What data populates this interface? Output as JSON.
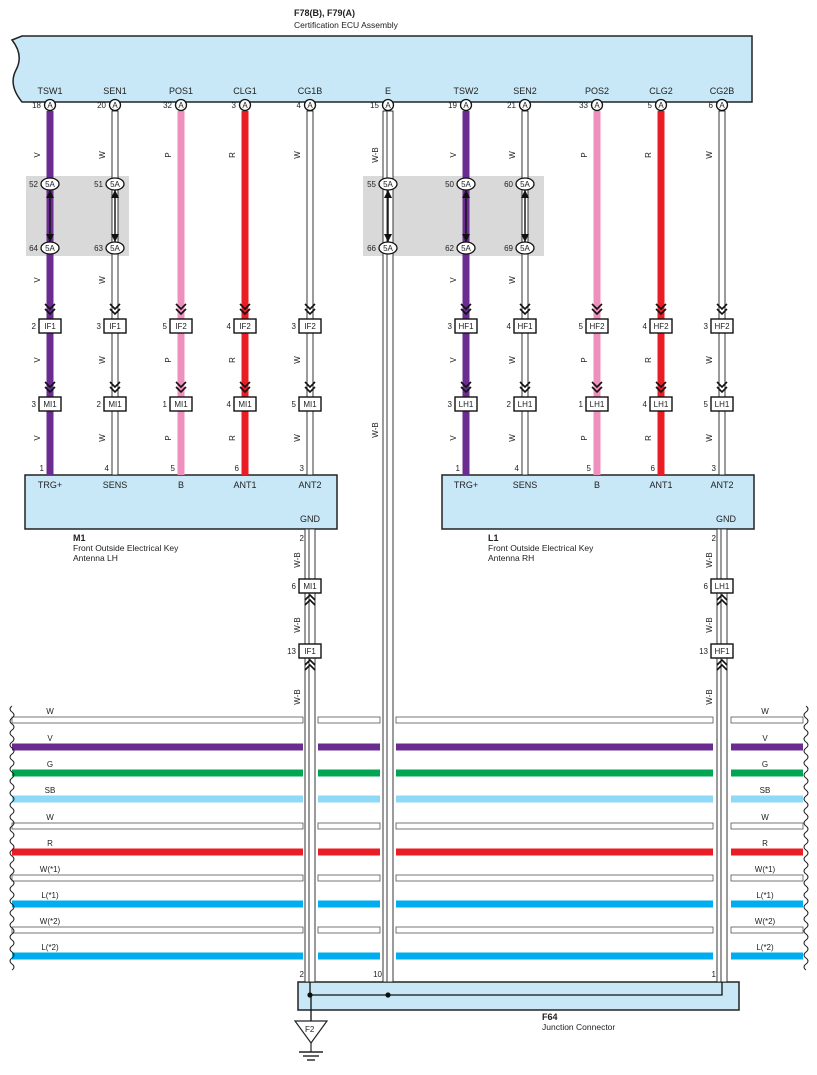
{
  "ecu": {
    "code": "F78(B), F79(A)",
    "name": "Certification ECU Assembly",
    "connector_letter": "A"
  },
  "ecu_pins": [
    {
      "name": "TSW1",
      "pin": "18",
      "color": "V",
      "hex": "#6a2c91",
      "thick": true
    },
    {
      "name": "SEN1",
      "pin": "20",
      "color": "W",
      "hex": "#ffffff",
      "thick": false
    },
    {
      "name": "POS1",
      "pin": "32",
      "color": "P",
      "hex": "#ef8fbd",
      "thick": true
    },
    {
      "name": "CLG1",
      "pin": "3",
      "color": "R",
      "hex": "#ea1c24",
      "thick": true
    },
    {
      "name": "CG1B",
      "pin": "4",
      "color": "W",
      "hex": "#ffffff",
      "thick": false
    },
    {
      "name": "E",
      "pin": "15",
      "color": "W-B",
      "hex": "#ffffff",
      "thick": false
    },
    {
      "name": "TSW2",
      "pin": "19",
      "color": "V",
      "hex": "#6a2c91",
      "thick": true
    },
    {
      "name": "SEN2",
      "pin": "21",
      "color": "W",
      "hex": "#ffffff",
      "thick": false
    },
    {
      "name": "POS2",
      "pin": "33",
      "color": "P",
      "hex": "#ef8fbd",
      "thick": true
    },
    {
      "name": "CLG2",
      "pin": "5",
      "color": "R",
      "hex": "#ea1c24",
      "thick": true
    },
    {
      "name": "CG2B",
      "pin": "6",
      "color": "W",
      "hex": "#ffffff",
      "thick": false
    }
  ],
  "joint_connector": {
    "label": "5A",
    "top_pins": [
      "52",
      "51",
      "55",
      "50",
      "60"
    ],
    "bottom_pins": [
      "64",
      "63",
      "66",
      "62",
      "69"
    ]
  },
  "left_chain": {
    "conn1_pins": [
      "2",
      "3",
      "5",
      "4",
      "3"
    ],
    "conn1_labels": [
      "IF1",
      "IF1",
      "IF2",
      "IF2",
      "IF2"
    ],
    "conn2_pins": [
      "3",
      "2",
      "1",
      "4",
      "5"
    ],
    "conn2_labels": [
      "MI1",
      "MI1",
      "MI1",
      "MI1",
      "MI1"
    ],
    "wire_colors": [
      "V",
      "W",
      "P",
      "R",
      "W"
    ]
  },
  "right_chain": {
    "conn1_pins": [
      "3",
      "4",
      "5",
      "4",
      "3"
    ],
    "conn1_labels": [
      "HF1",
      "HF1",
      "HF2",
      "HF2",
      "HF2"
    ],
    "conn2_pins": [
      "3",
      "2",
      "1",
      "4",
      "5"
    ],
    "conn2_labels": [
      "LH1",
      "LH1",
      "LH1",
      "LH1",
      "LH1"
    ],
    "wire_colors": [
      "V",
      "W",
      "P",
      "R",
      "W"
    ]
  },
  "antenna_lh": {
    "code": "M1",
    "name_line1": "Front Outside Electrical Key",
    "name_line2": "Antenna LH",
    "pins": [
      "1",
      "4",
      "5",
      "6",
      "3"
    ],
    "pin_names": [
      "TRG+",
      "SENS",
      "B",
      "ANT1",
      "ANT2"
    ],
    "gnd_label": "GND",
    "gnd_pin": "2"
  },
  "antenna_rh": {
    "code": "L1",
    "name_line1": "Front Outside Electrical Key",
    "name_line2": "Antenna RH",
    "pins": [
      "1",
      "4",
      "5",
      "6",
      "3"
    ],
    "pin_names": [
      "TRG+",
      "SENS",
      "B",
      "ANT1",
      "ANT2"
    ],
    "gnd_label": "GND",
    "gnd_pin": "2"
  },
  "ground_lh": {
    "c1_pin": "6",
    "c1_label": "MI1",
    "c2_pin": "13",
    "c2_label": "IF1",
    "color": "W-B"
  },
  "ground_rh": {
    "c1_pin": "6",
    "c1_label": "LH1",
    "c2_pin": "13",
    "c2_label": "HF1",
    "color": "W-B"
  },
  "e_wire_color": "W-B",
  "bus_wires": [
    {
      "label": "W",
      "hex": "#ffffff",
      "thick": false
    },
    {
      "label": "V",
      "hex": "#6a2c91",
      "thick": true
    },
    {
      "label": "G",
      "hex": "#00a651",
      "thick": true
    },
    {
      "label": "SB",
      "hex": "#8ed8f8",
      "thick": true
    },
    {
      "label": "W",
      "hex": "#ffffff",
      "thick": false
    },
    {
      "label": "R",
      "hex": "#ea1c24",
      "thick": true
    },
    {
      "label": "W(*1)",
      "hex": "#ffffff",
      "thick": false
    },
    {
      "label": "L(*1)",
      "hex": "#00aeef",
      "thick": true
    },
    {
      "label": "W(*2)",
      "hex": "#ffffff",
      "thick": false
    },
    {
      "label": "L(*2)",
      "hex": "#00aeef",
      "thick": true
    }
  ],
  "junction": {
    "code": "F64",
    "name": "Junction Connector",
    "pins": [
      "2",
      "10",
      "1"
    ]
  },
  "ground_point": {
    "label": "F2"
  },
  "colors": {
    "box_fill": "#c9e8f7",
    "joint_fill": "#d9d9d9",
    "outline": "#222222"
  }
}
